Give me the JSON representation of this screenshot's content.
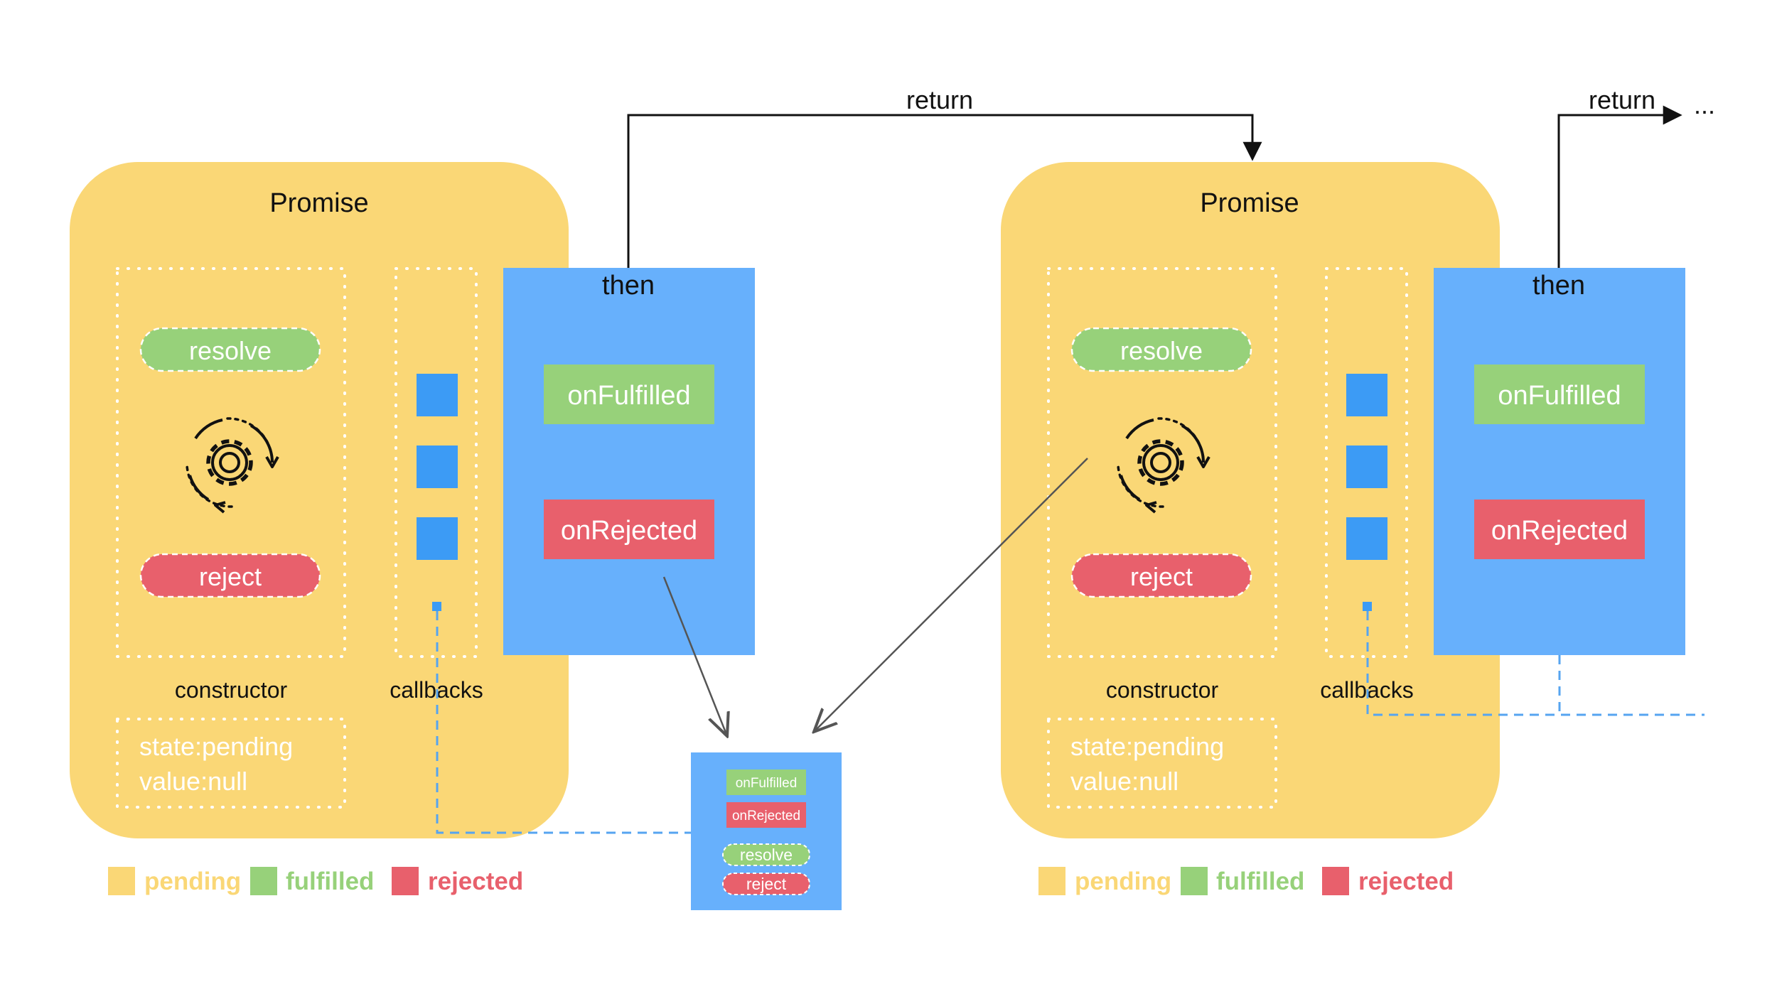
{
  "colors": {
    "pending": "#FAD776",
    "fulfilled": "#97D17A",
    "rejected": "#E8606C",
    "then_box": "#67B0FC",
    "callback_slot": "#3C9BF5",
    "dashed_link": "#56A4F0",
    "line": "#111111",
    "arrow_gray": "#555555",
    "white_dots": "#ffffff"
  },
  "promises": [
    {
      "title": "Promise",
      "resolve": "resolve",
      "reject": "reject",
      "executor_icon": "gear-cycle-icon",
      "constructor_label": "constructor",
      "callbacks_label": "callbacks",
      "state_line": "state:pending",
      "value_line": "value:null",
      "then_label": "then",
      "on_fulfilled": "onFulfilled",
      "on_rejected": "onRejected",
      "legend": [
        "pending",
        "fulfilled",
        "rejected"
      ]
    },
    {
      "title": "Promise",
      "resolve": "resolve",
      "reject": "reject",
      "executor_icon": "gear-cycle-icon",
      "constructor_label": "constructor",
      "callbacks_label": "callbacks",
      "state_line": "state:pending",
      "value_line": "value:null",
      "then_label": "then",
      "on_fulfilled": "onFulfilled",
      "on_rejected": "onRejected",
      "legend": [
        "pending",
        "fulfilled",
        "rejected"
      ]
    }
  ],
  "callback_item": {
    "on_fulfilled": "onFulfilled",
    "on_rejected": "onRejected",
    "resolve": "resolve",
    "reject": "reject"
  },
  "return_labels": [
    "return",
    "return"
  ],
  "ellipsis": "..."
}
